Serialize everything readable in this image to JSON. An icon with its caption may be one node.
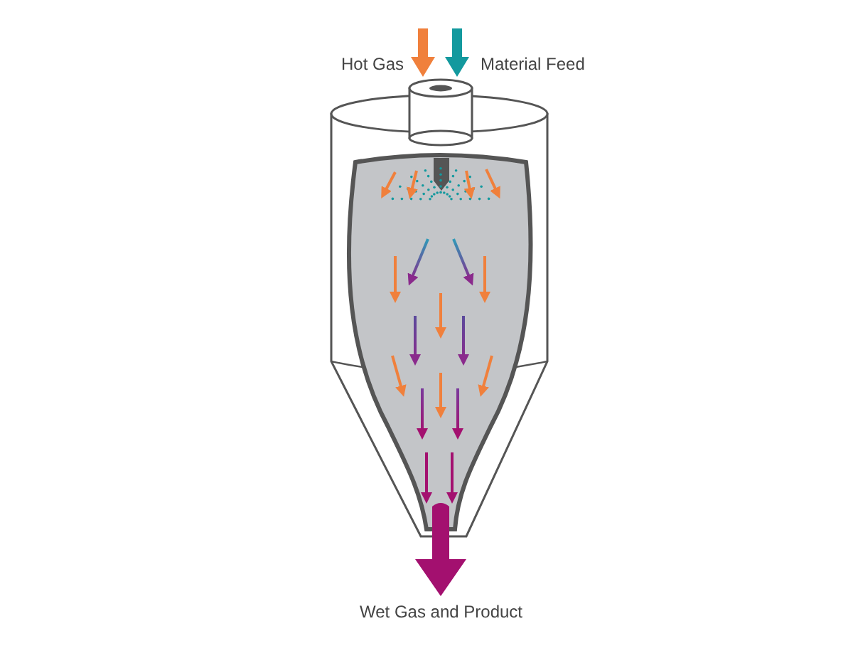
{
  "diagram": {
    "labels": [
      "Hot Gas",
      "Material Feed",
      "Wet Gas and Product"
    ]
  }
}
